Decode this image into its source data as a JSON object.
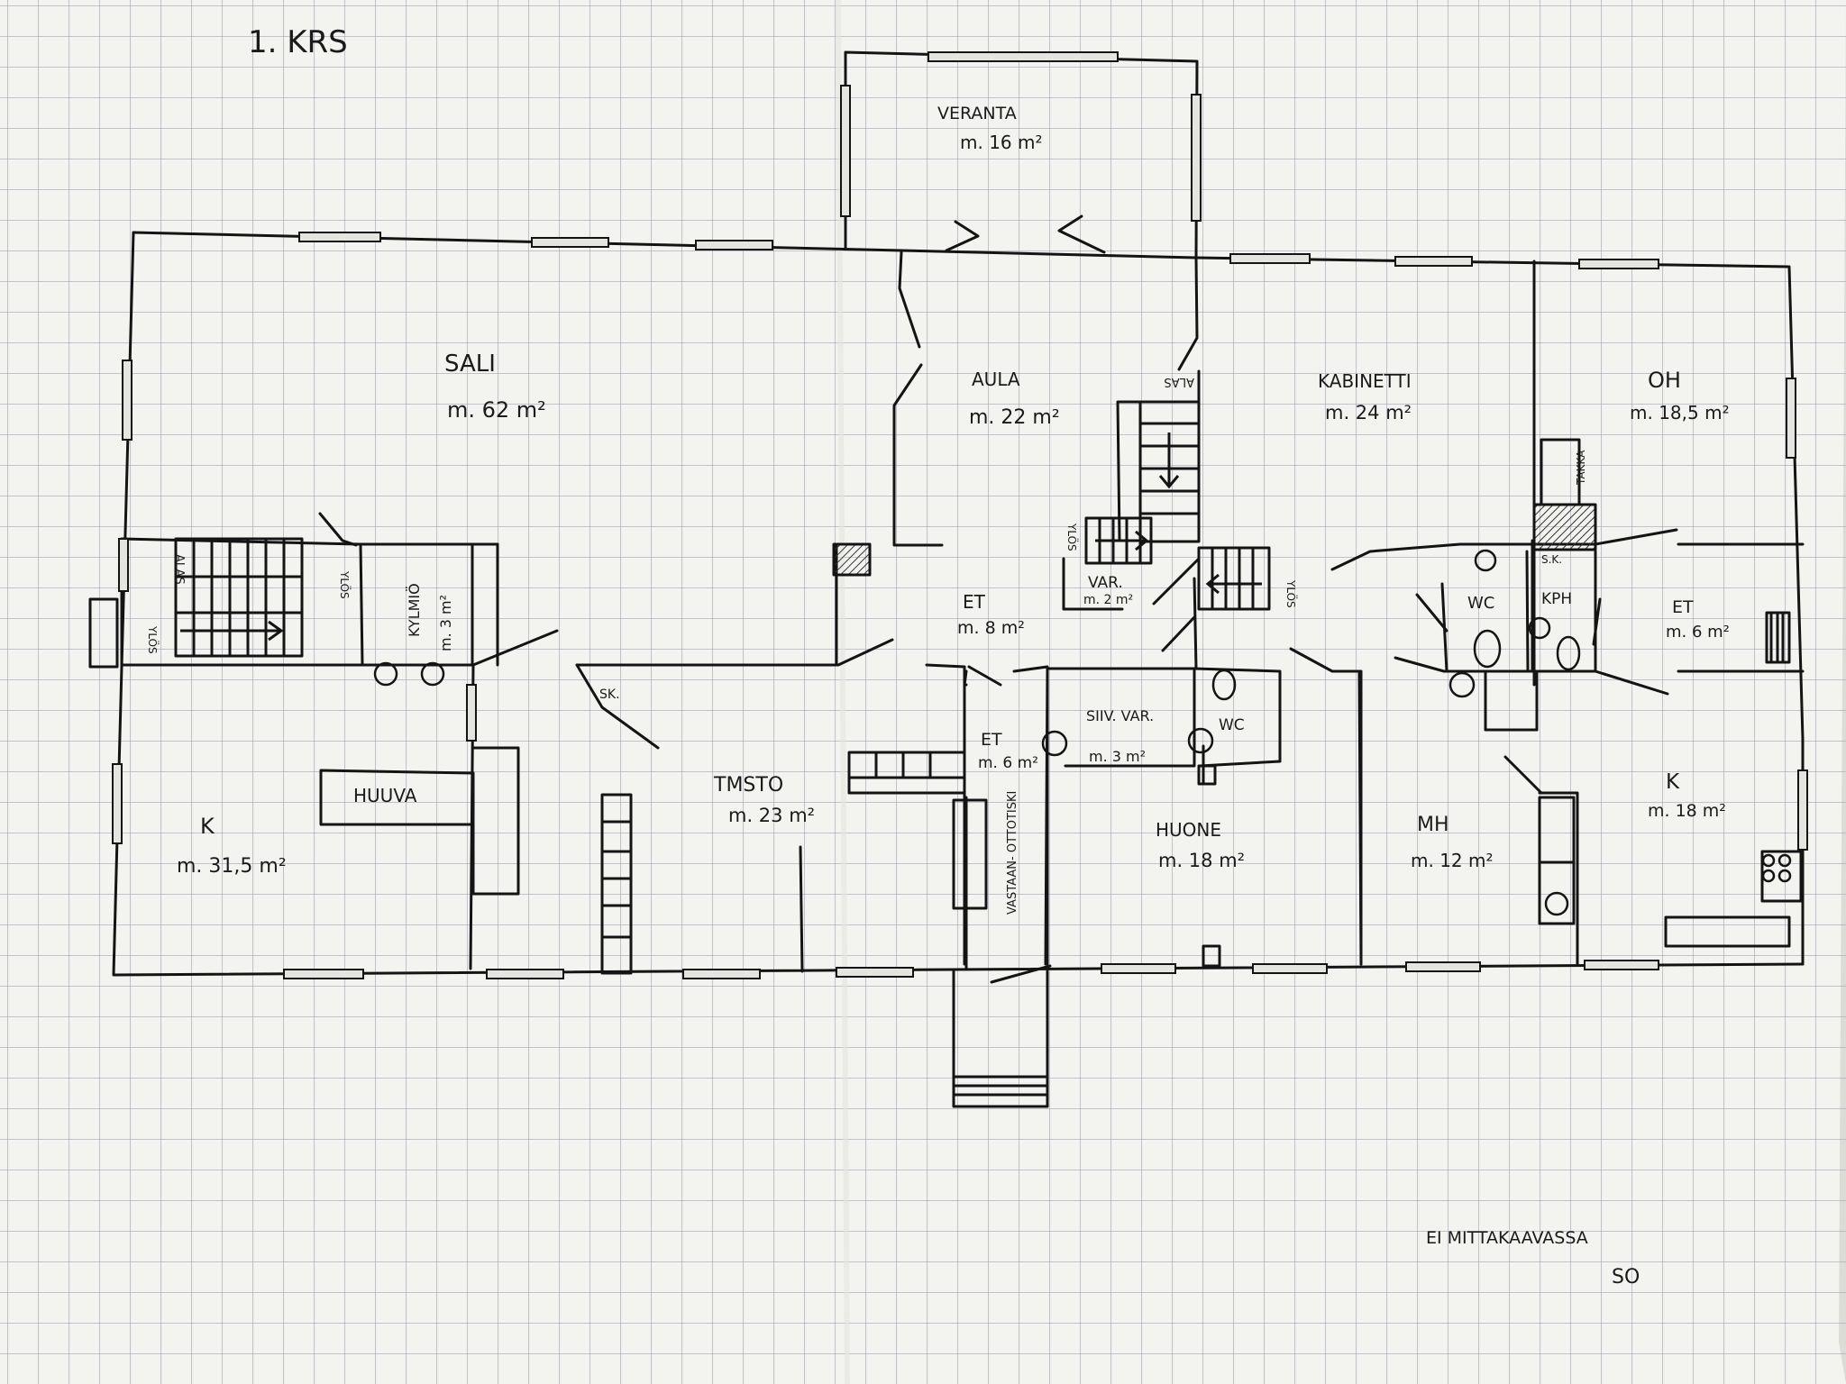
{
  "floor_label": "1. KRS",
  "rooms": {
    "veranta": {
      "name": "VERANTA",
      "area": "m. 16 m²"
    },
    "sali": {
      "name": "SALI",
      "area": "m. 62 m²"
    },
    "aula": {
      "name": "AULA",
      "area": "m. 22 m²"
    },
    "kabinetti": {
      "name": "KABINETTI",
      "area": "m. 24 m²"
    },
    "oh": {
      "name": "OH",
      "area": "m. 18,5 m²"
    },
    "et_center": {
      "name": "ET",
      "area": "m. 8 m²"
    },
    "var_small": {
      "name": "VAR.",
      "area": "m. 2 m²"
    },
    "kylmio": {
      "name": "KYLMIÖ",
      "area": "m. 3 m²"
    },
    "wc_left": {
      "name": "WC"
    },
    "kph": {
      "name": "KPH"
    },
    "et_right": {
      "name": "ET",
      "area": "m. 6 m²"
    },
    "et_left": {
      "name": "ET",
      "area": "m. 6 m²"
    },
    "siiv_var": {
      "name": "SIIV. VAR.",
      "area": "m. 3 m²"
    },
    "wc_mid": {
      "name": "WC"
    },
    "k_left": {
      "name": "K",
      "area": "m. 31,5 m²"
    },
    "tmsto": {
      "name": "TMSTO",
      "area": "m. 23 m²"
    },
    "huone": {
      "name": "HUONE",
      "area": "m. 18 m²"
    },
    "mh": {
      "name": "MH",
      "area": "m. 12 m²"
    },
    "k_right": {
      "name": "K",
      "area": "m. 18 m²"
    }
  },
  "fixtures": {
    "huuva": "HUUVA",
    "vastaanottotiski": "VASTAAN- OTTOTISKI",
    "takka": "TAKKA",
    "sk": "SK.",
    "ylos_1": "YLÖS",
    "ylos_2": "YLÖS",
    "ylos_3": "YLÖS",
    "ylos_4": "YLÖS",
    "alas_1": "ALAS",
    "alas_2": "ALAS",
    "sok": "S.K."
  },
  "note": "EI MITTAKAAVASSA",
  "initials": "SO",
  "colors": {
    "paper": "#f3f3ef",
    "grid": "#9fa8b8",
    "ink": "#141414",
    "hatch": "#333333"
  }
}
